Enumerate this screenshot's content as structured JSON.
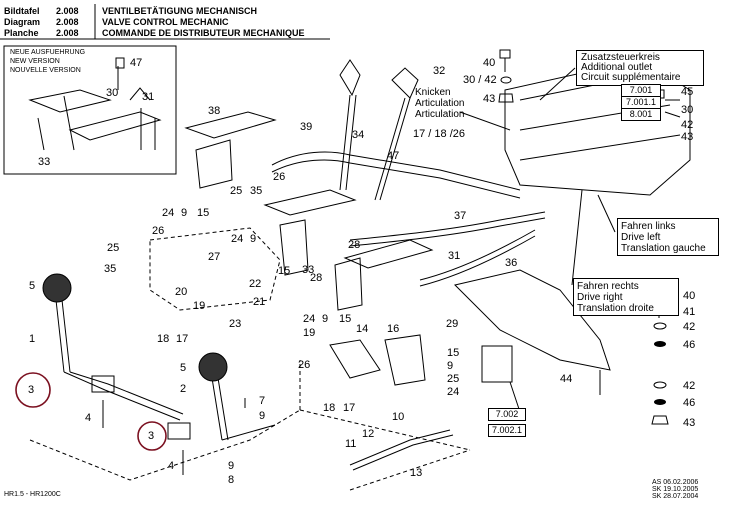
{
  "header": {
    "row1": {
      "label": "Bildtafel",
      "code": "2.008",
      "title": "VENTILBETÄTIGUNG MECHANISCH"
    },
    "row2": {
      "label": "Diagram",
      "code": "2.008",
      "title": "VALVE CONTROL MECHANIC"
    },
    "row3": {
      "label": "Planche",
      "code": "2.008",
      "title": "COMMANDE DE DISTRIBUTEUR MECHANIQUE"
    }
  },
  "inset": {
    "line1": "NEUE AUSFUEHRUNG",
    "line2": "NEW VERSION",
    "line3": "NOUVELLE VERSION",
    "parts": [
      "47",
      "30",
      "31",
      "33"
    ]
  },
  "callouts": {
    "additional_outlet": [
      "Zusatzsteuerkreis",
      "Additional outlet",
      "Circuit supplémentaire"
    ],
    "articulation": [
      "Knicken",
      "Articulation",
      "Articulation"
    ],
    "drive_left": [
      "Fahren links",
      "Drive left",
      "Translation gauche"
    ],
    "drive_right": [
      "Fahren rechts",
      "Drive right",
      "Translation droite"
    ]
  },
  "ref_boxes": [
    "7.001",
    "7.001.1",
    "8.001",
    "7.002",
    "7.002.1"
  ],
  "part_numbers": {
    "p40a": "40",
    "p3042": "30 / 42",
    "p43a": "43",
    "p45": "45",
    "p30r": "30",
    "p42a": "42",
    "p43b": "43",
    "p32": "32",
    "p38": "38",
    "p39": "39",
    "p34": "34",
    "p171826": "17 / 18 /26",
    "p47": "47",
    "p25a": "25",
    "p35a": "35",
    "p26a": "26",
    "p24a": "24",
    "p9a": "9",
    "p15a": "15",
    "p37": "37",
    "p25b": "25",
    "p26b": "26",
    "p28a": "28",
    "p33": "33",
    "p35b": "35",
    "p24b": "24",
    "p9b": "9",
    "p27": "27",
    "p22": "22",
    "p21": "21",
    "p20": "20",
    "p19a": "19",
    "p23": "23",
    "p18a": "18",
    "p17a": "17",
    "p15b": "15",
    "p31": "31",
    "p36": "36",
    "p5a": "5",
    "p1": "1",
    "p2": "2",
    "p5b": "5",
    "p3a": "3",
    "p3b": "3",
    "p4a": "4",
    "p4b": "4",
    "p7": "7",
    "p9c": "9",
    "p9d": "9",
    "p8": "8",
    "p28b": "28",
    "p24c": "24",
    "p9e": "9",
    "p15c": "15",
    "p19b": "19",
    "p14": "14",
    "p26c": "26",
    "p18b": "18",
    "p17b": "17",
    "p16": "16",
    "p29": "29",
    "p25c": "25",
    "p24d": "24",
    "p9f": "9",
    "p15d": "15",
    "p10": "10",
    "p11": "11",
    "p12": "12",
    "p13": "13",
    "p44": "44",
    "p40b": "40",
    "p41": "41",
    "p42b": "42",
    "p46a": "46",
    "p42c": "42",
    "p46b": "46",
    "p43c": "43"
  },
  "footer": {
    "model": "HR1.5 - HR1200C",
    "rev1": "AS  06.02.2006",
    "rev2": "SK  19.10.2005",
    "rev3": "SK  28.07.2004"
  },
  "colors": {
    "highlight_circle": "#7b1020",
    "ink": "#000000"
  }
}
